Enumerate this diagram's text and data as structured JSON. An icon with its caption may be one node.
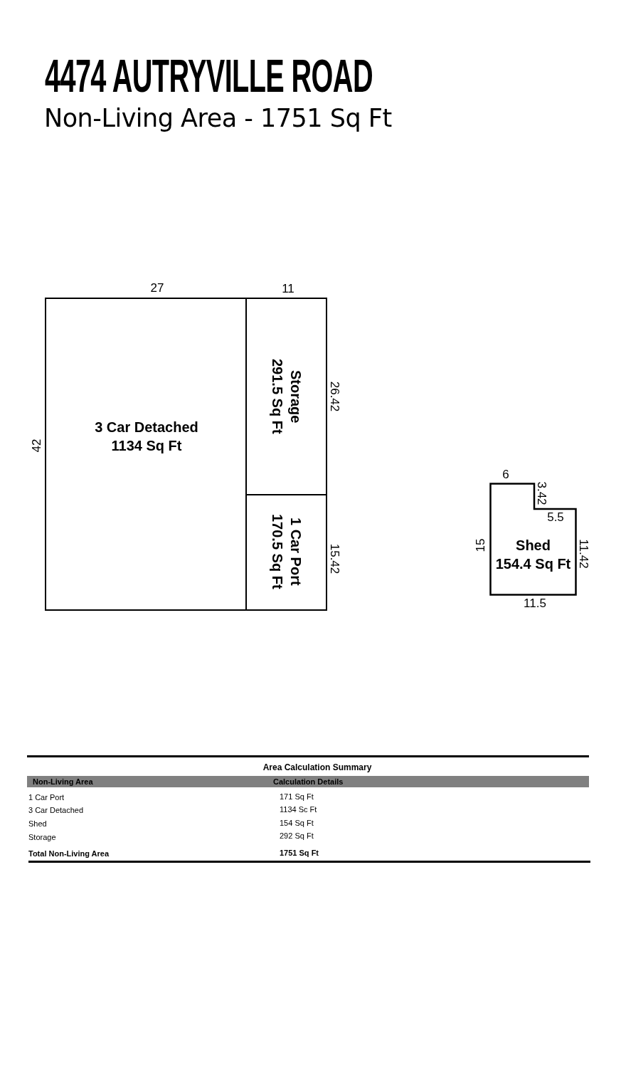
{
  "diagram": {
    "title": "4474 AUTRYVILLE ROAD",
    "nodes": [
      {
        "text": [
          "3 Car Detached",
          "1134 Sq Ft"
        ]
      },
      {
        "text": [
          "Storage",
          "291.5 Sq Ft"
        ]
      },
      {
        "text": [
          "1 Car Port",
          "170.5 Sq Ft"
        ]
      },
      {
        "text": [
          "Shed",
          "154.4 Sq Ft"
        ]
      }
    ],
    "labels": [
      "Non-Living Area - 1751 Sq Ft",
      "27",
      "11",
      "26.42",
      "42",
      "6",
      "3.42",
      "5.5",
      "15.42",
      "15",
      "11.42",
      "11.5",
      "Area Calculation Summary",
      "Non-Living Area",
      "Calculation Details",
      "1 Car Port",
      "171 Sq Ft",
      "3 Car Detached",
      "1134 Sc Ft",
      "Shed",
      "154 Sq Ft",
      "Storage",
      "292 Sq Ft",
      "Total Non-Living Area",
      "1751 Sq Ft"
    ]
  }
}
